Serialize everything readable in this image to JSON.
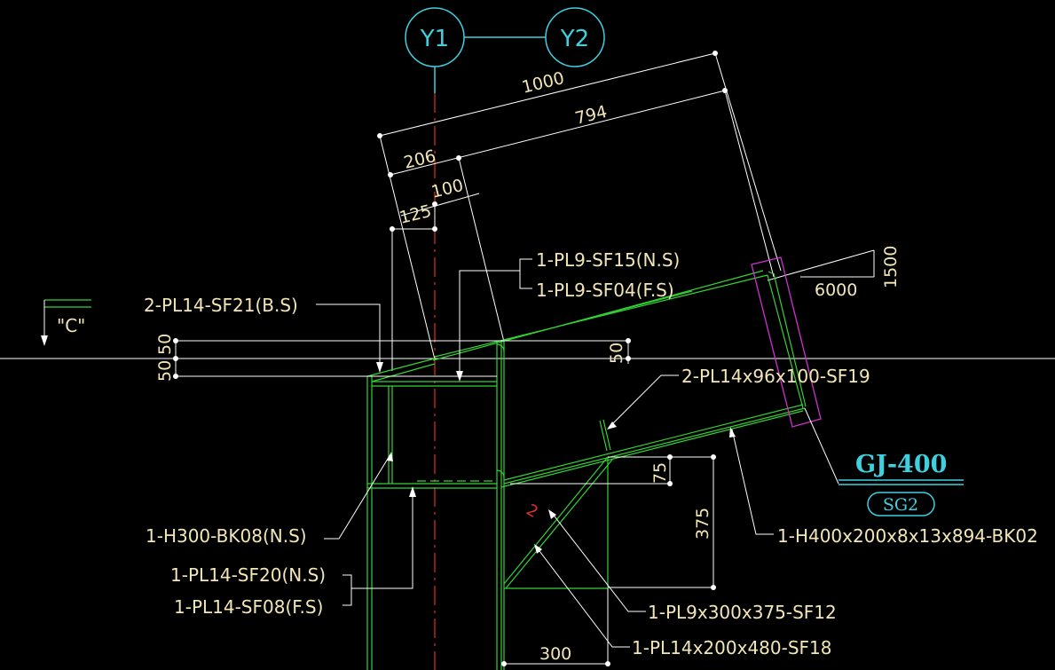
{
  "colors": {
    "background": "#000000",
    "steel": "#33d233",
    "dimension": "#ffffff",
    "text": "#f2e6b6",
    "grid_axis": "#3fd0e0",
    "centerline": "#e03030",
    "section_box": "#d030d0",
    "title": "#3fd0e0"
  },
  "grid": {
    "y1": "Y1",
    "y2": "Y2"
  },
  "view_marker": "\"C\"",
  "dimensions": {
    "d1000": "1000",
    "d794": "794",
    "d206": "206",
    "d100": "100",
    "d125": "125",
    "d1500": "1500",
    "d6000": "6000",
    "d50a": "50",
    "d50b": "50",
    "d50c": "50",
    "d75": "75",
    "d375": "375",
    "d300": "300",
    "d2": "2"
  },
  "labels": {
    "pl9_sf15": "1-PL9-SF15(N.S)",
    "pl9_sf04": "1-PL9-SF04(F.S)",
    "pl14_sf21": "2-PL14-SF21(B.S)",
    "pl14_sf19": "2-PL14x96x100-SF19",
    "h300": "1-H300-BK08(N.S)",
    "pl14_sf20": "1-PL14-SF20(N.S)",
    "pl14_sf08": "1-PL14-SF08(F.S)",
    "h400": "1-H400x200x8x13x894-BK02",
    "pl9_sf12": "1-PL9x300x375-SF12",
    "pl14_sf18": "1-PL14x200x480-SF18"
  },
  "title": {
    "name": "GJ-400",
    "sheet": "SG2"
  }
}
